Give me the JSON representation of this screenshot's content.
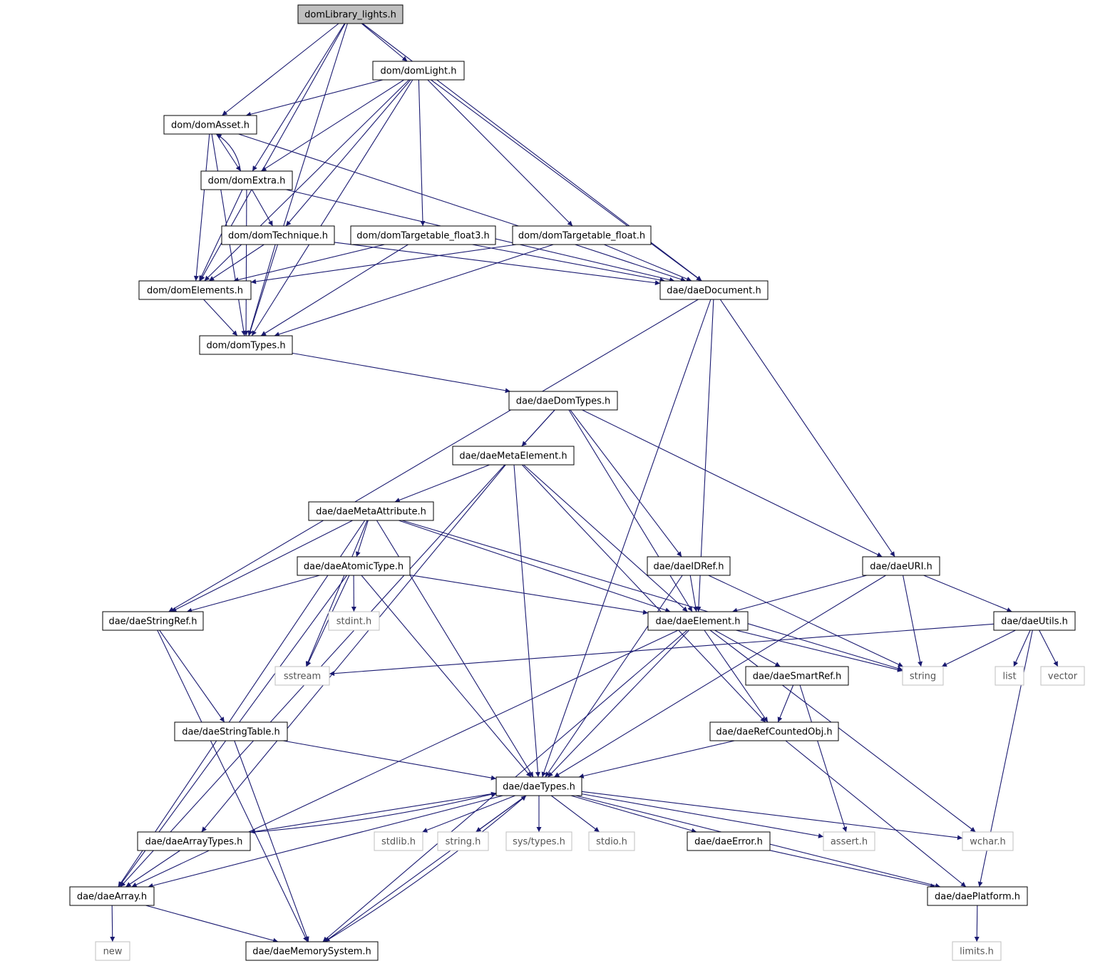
{
  "nodes": [
    {
      "id": "root",
      "label": "domLibrary_lights.h",
      "style": "root"
    },
    {
      "id": "domLight",
      "label": "dom/domLight.h",
      "style": "normal"
    },
    {
      "id": "domAsset",
      "label": "dom/domAsset.h",
      "style": "normal"
    },
    {
      "id": "domExtra",
      "label": "dom/domExtra.h",
      "style": "normal"
    },
    {
      "id": "domTechnique",
      "label": "dom/domTechnique.h",
      "style": "normal"
    },
    {
      "id": "domTargetable_float3",
      "label": "dom/domTargetable_float3.h",
      "style": "normal"
    },
    {
      "id": "domTargetable_float",
      "label": "dom/domTargetable_float.h",
      "style": "normal"
    },
    {
      "id": "domElements",
      "label": "dom/domElements.h",
      "style": "normal"
    },
    {
      "id": "daeDocument",
      "label": "dae/daeDocument.h",
      "style": "normal"
    },
    {
      "id": "domTypes",
      "label": "dom/domTypes.h",
      "style": "normal"
    },
    {
      "id": "daeDomTypes",
      "label": "dae/daeDomTypes.h",
      "style": "normal"
    },
    {
      "id": "daeMetaElement",
      "label": "dae/daeMetaElement.h",
      "style": "normal"
    },
    {
      "id": "daeMetaAttribute",
      "label": "dae/daeMetaAttribute.h",
      "style": "normal"
    },
    {
      "id": "daeAtomicType",
      "label": "dae/daeAtomicType.h",
      "style": "normal"
    },
    {
      "id": "daeIDRef",
      "label": "dae/daeIDRef.h",
      "style": "normal"
    },
    {
      "id": "daeURI",
      "label": "dae/daeURI.h",
      "style": "normal"
    },
    {
      "id": "daeStringRef",
      "label": "dae/daeStringRef.h",
      "style": "normal"
    },
    {
      "id": "stdint",
      "label": "stdint.h",
      "style": "system"
    },
    {
      "id": "daeElement",
      "label": "dae/daeElement.h",
      "style": "normal"
    },
    {
      "id": "daeUtils",
      "label": "dae/daeUtils.h",
      "style": "normal"
    },
    {
      "id": "sstream",
      "label": "sstream",
      "style": "system"
    },
    {
      "id": "daeSmartRef",
      "label": "dae/daeSmartRef.h",
      "style": "normal"
    },
    {
      "id": "string",
      "label": "string",
      "style": "system"
    },
    {
      "id": "list",
      "label": "list",
      "style": "system"
    },
    {
      "id": "vector",
      "label": "vector",
      "style": "system"
    },
    {
      "id": "daeStringTable",
      "label": "dae/daeStringTable.h",
      "style": "normal"
    },
    {
      "id": "daeRefCountedObj",
      "label": "dae/daeRefCountedObj.h",
      "style": "normal"
    },
    {
      "id": "daeTypes",
      "label": "dae/daeTypes.h",
      "style": "normal"
    },
    {
      "id": "daeArrayTypes",
      "label": "dae/daeArrayTypes.h",
      "style": "normal"
    },
    {
      "id": "stdlib",
      "label": "stdlib.h",
      "style": "system"
    },
    {
      "id": "stringh",
      "label": "string.h",
      "style": "system"
    },
    {
      "id": "systypes",
      "label": "sys/types.h",
      "style": "system"
    },
    {
      "id": "stdio",
      "label": "stdio.h",
      "style": "system"
    },
    {
      "id": "daeError",
      "label": "dae/daeError.h",
      "style": "normal"
    },
    {
      "id": "assert",
      "label": "assert.h",
      "style": "system"
    },
    {
      "id": "wchar",
      "label": "wchar.h",
      "style": "system"
    },
    {
      "id": "daeArray",
      "label": "dae/daeArray.h",
      "style": "normal"
    },
    {
      "id": "daePlatform",
      "label": "dae/daePlatform.h",
      "style": "normal"
    },
    {
      "id": "new",
      "label": "new",
      "style": "system"
    },
    {
      "id": "daeMemorySystem",
      "label": "dae/daeMemorySystem.h",
      "style": "normal"
    },
    {
      "id": "limits",
      "label": "limits.h",
      "style": "system"
    }
  ],
  "edges": [
    [
      "root",
      "domLight"
    ],
    [
      "root",
      "domAsset"
    ],
    [
      "root",
      "domExtra"
    ],
    [
      "root",
      "domElements"
    ],
    [
      "root",
      "daeDocument"
    ],
    [
      "root",
      "domTypes"
    ],
    [
      "domLight",
      "domAsset"
    ],
    [
      "domLight",
      "domExtra"
    ],
    [
      "domLight",
      "domTechnique"
    ],
    [
      "domLight",
      "domTargetable_float3"
    ],
    [
      "domLight",
      "domTargetable_float"
    ],
    [
      "domLight",
      "domElements"
    ],
    [
      "domLight",
      "daeDocument"
    ],
    [
      "domLight",
      "domTypes"
    ],
    [
      "domAsset",
      "domExtra"
    ],
    [
      "domAsset",
      "domElements"
    ],
    [
      "domAsset",
      "daeDocument"
    ],
    [
      "domAsset",
      "domTypes"
    ],
    [
      "domExtra",
      "domAsset"
    ],
    [
      "domExtra",
      "domTechnique"
    ],
    [
      "domExtra",
      "domElements"
    ],
    [
      "domExtra",
      "daeDocument"
    ],
    [
      "domExtra",
      "domTypes"
    ],
    [
      "domTechnique",
      "domElements"
    ],
    [
      "domTechnique",
      "daeDocument"
    ],
    [
      "domTechnique",
      "domTypes"
    ],
    [
      "domTargetable_float3",
      "domElements"
    ],
    [
      "domTargetable_float3",
      "daeDocument"
    ],
    [
      "domTargetable_float3",
      "domTypes"
    ],
    [
      "domTargetable_float",
      "domElements"
    ],
    [
      "domTargetable_float",
      "daeDocument"
    ],
    [
      "domTargetable_float",
      "domTypes"
    ],
    [
      "domElements",
      "domTypes"
    ],
    [
      "daeDocument",
      "daeStringRef"
    ],
    [
      "daeDocument",
      "daeTypes"
    ],
    [
      "daeDocument",
      "daeElement"
    ],
    [
      "daeDocument",
      "daeURI"
    ],
    [
      "domTypes",
      "daeDomTypes"
    ],
    [
      "daeDomTypes",
      "daeArray"
    ],
    [
      "daeDomTypes",
      "daeMetaElement"
    ],
    [
      "daeDomTypes",
      "daeIDRef"
    ],
    [
      "daeDomTypes",
      "daeElement"
    ],
    [
      "daeDomTypes",
      "daeURI"
    ],
    [
      "daeMetaElement",
      "daeMetaAttribute"
    ],
    [
      "daeMetaElement",
      "daeArrayTypes"
    ],
    [
      "daeMetaElement",
      "daeTypes"
    ],
    [
      "daeMetaElement",
      "daeElement"
    ],
    [
      "daeMetaElement",
      "daeRefCountedObj"
    ],
    [
      "daeMetaAttribute",
      "daeArray"
    ],
    [
      "daeMetaAttribute",
      "daeStringRef"
    ],
    [
      "daeMetaAttribute",
      "sstream"
    ],
    [
      "daeMetaAttribute",
      "daeAtomicType"
    ],
    [
      "daeMetaAttribute",
      "daeTypes"
    ],
    [
      "daeMetaAttribute",
      "daeElement"
    ],
    [
      "daeMetaAttribute",
      "string"
    ],
    [
      "daeAtomicType",
      "daeStringRef"
    ],
    [
      "daeAtomicType",
      "daeArray"
    ],
    [
      "daeAtomicType",
      "sstream"
    ],
    [
      "daeAtomicType",
      "stdint"
    ],
    [
      "daeAtomicType",
      "daeTypes"
    ],
    [
      "daeAtomicType",
      "daeElement"
    ],
    [
      "daeIDRef",
      "daeTypes"
    ],
    [
      "daeIDRef",
      "daeElement"
    ],
    [
      "daeIDRef",
      "string"
    ],
    [
      "daeURI",
      "daeElement"
    ],
    [
      "daeURI",
      "string"
    ],
    [
      "daeURI",
      "daeTypes"
    ],
    [
      "daeURI",
      "daeUtils"
    ],
    [
      "daeStringRef",
      "daeStringTable"
    ],
    [
      "daeStringRef",
      "daeMemorySystem"
    ],
    [
      "daeElement",
      "daeArray"
    ],
    [
      "daeElement",
      "daeTypes"
    ],
    [
      "daeElement",
      "daeRefCountedObj"
    ],
    [
      "daeElement",
      "daeSmartRef"
    ],
    [
      "daeElement",
      "string"
    ],
    [
      "daeElement",
      "wchar"
    ],
    [
      "daeElement",
      "daeMemorySystem"
    ],
    [
      "daeUtils",
      "sstream"
    ],
    [
      "daeUtils",
      "string"
    ],
    [
      "daeUtils",
      "list"
    ],
    [
      "daeUtils",
      "vector"
    ],
    [
      "daeUtils",
      "daePlatform"
    ],
    [
      "daeSmartRef",
      "daeRefCountedObj"
    ],
    [
      "daeSmartRef",
      "assert"
    ],
    [
      "daeStringTable",
      "daeTypes"
    ],
    [
      "daeStringTable",
      "daeMemorySystem"
    ],
    [
      "daeRefCountedObj",
      "daeTypes"
    ],
    [
      "daeRefCountedObj",
      "daePlatform"
    ],
    [
      "daeTypes",
      "daeArrayTypes"
    ],
    [
      "daeTypes",
      "daeArray"
    ],
    [
      "daeTypes",
      "stdlib"
    ],
    [
      "daeTypes",
      "stringh"
    ],
    [
      "daeTypes",
      "systypes"
    ],
    [
      "daeTypes",
      "stdio"
    ],
    [
      "daeTypes",
      "daeError"
    ],
    [
      "daeTypes",
      "assert"
    ],
    [
      "daeTypes",
      "wchar"
    ],
    [
      "daeTypes",
      "daePlatform"
    ],
    [
      "daeTypes",
      "daeMemorySystem"
    ],
    [
      "daeArrayTypes",
      "daeTypes"
    ],
    [
      "daeArrayTypes",
      "daeArray"
    ],
    [
      "daeError",
      "daePlatform"
    ],
    [
      "daeArray",
      "new"
    ],
    [
      "daeArray",
      "daeMemorySystem"
    ],
    [
      "daeMemorySystem",
      "daeTypes"
    ],
    [
      "daePlatform",
      "limits"
    ]
  ],
  "colors": {
    "edge": "#191970",
    "root_fill": "#bfbfbf",
    "node_fill": "#ffffff",
    "node_border": "#000000",
    "system_border": "#bfbfbf",
    "system_text": "#555555"
  }
}
